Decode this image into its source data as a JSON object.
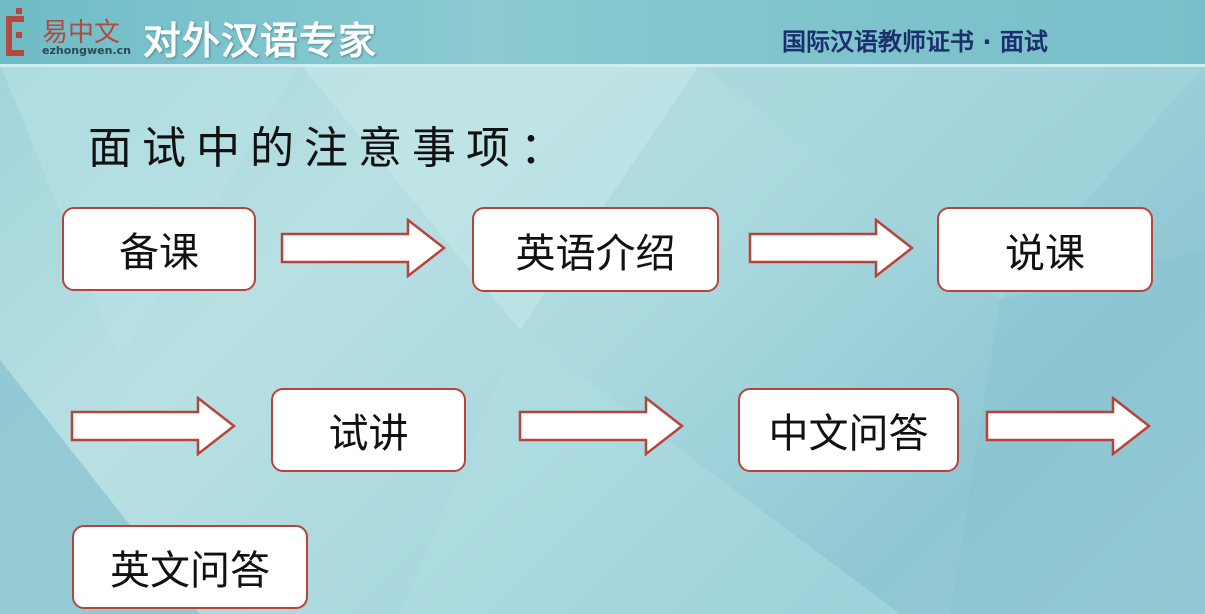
{
  "header": {
    "logo_text": "易中文",
    "logo_url": "ezhongwen.cn",
    "brand": "对外汉语专家",
    "course": "国际汉语教师证书 · 面试"
  },
  "title": "面试中的注意事项：",
  "steps": [
    "备课",
    "英语介绍",
    "说课",
    "试讲",
    "中文问答",
    "英文问答"
  ],
  "colors": {
    "border": "#b8433a",
    "course": "#1b2f6e"
  }
}
